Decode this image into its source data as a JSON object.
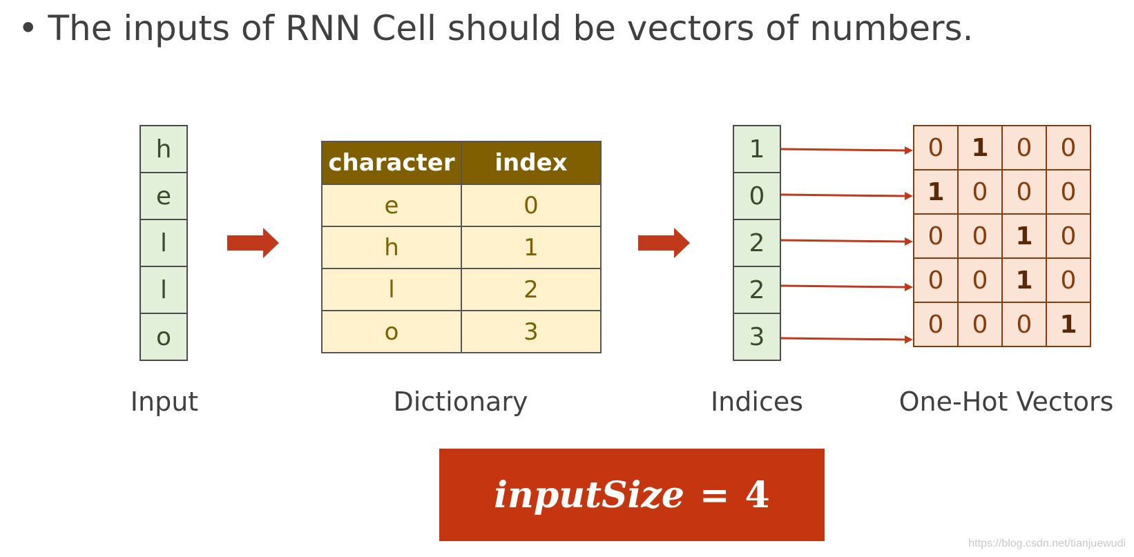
{
  "headline": {
    "bullet": "•",
    "text": "The inputs of RNN Cell should be vectors of numbers."
  },
  "input": {
    "label": "Input",
    "chars": [
      "h",
      "e",
      "l",
      "l",
      "o"
    ]
  },
  "dictionary": {
    "label": "Dictionary",
    "headers": [
      "character",
      "index"
    ],
    "rows": [
      [
        "e",
        "0"
      ],
      [
        "h",
        "1"
      ],
      [
        "l",
        "2"
      ],
      [
        "o",
        "3"
      ]
    ]
  },
  "indices": {
    "label": "Indices",
    "values": [
      "1",
      "0",
      "2",
      "2",
      "3"
    ]
  },
  "one_hot": {
    "label": "One-Hot Vectors",
    "rows": [
      [
        "0",
        "1",
        "0",
        "0"
      ],
      [
        "1",
        "0",
        "0",
        "0"
      ],
      [
        "0",
        "0",
        "1",
        "0"
      ],
      [
        "0",
        "0",
        "1",
        "0"
      ],
      [
        "0",
        "0",
        "0",
        "1"
      ]
    ]
  },
  "formula": {
    "variable": "inputSize",
    "operator": "=",
    "value": "4"
  },
  "watermark": "https://blog.csdn.net/tianjuewudi",
  "colors": {
    "arrow": "#c0391b",
    "formula_bg": "#c43510",
    "dict_header": "#7f5f00",
    "dict_body": "#fff2cc",
    "green_cell": "#e2efd9",
    "onehot_cell": "#fbe4d5"
  }
}
